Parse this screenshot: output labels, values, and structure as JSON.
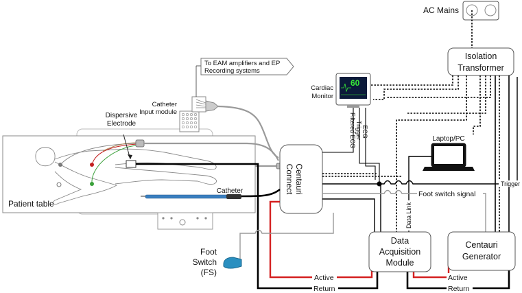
{
  "labels": {
    "ac_mains": "AC Mains",
    "isolation_transformer_1": "Isolation",
    "isolation_transformer_2": "Transformer",
    "eam_note_1": "To EAM amplifiers and EP",
    "eam_note_2": "Recording systems",
    "catheter_input_1": "Catheter",
    "catheter_input_2": "Input module",
    "cardiac_monitor_1": "Cardiac",
    "cardiac_monitor_2": "Monitor",
    "monitor_reading": "60",
    "dispersive_1": "Dispersive",
    "dispersive_2": "Electrode",
    "filtered_ecg": "Filtered ECG",
    "trigger_vertical": "Trigger",
    "ecg": "ECG",
    "centauri_connect_1": "Centauri",
    "centauri_connect_2": "Connect",
    "laptop": "Laptop/PC",
    "trigger": "Trigger",
    "foot_switch_signal": "Foot switch signal",
    "data_link": "Data Link",
    "catheter": "Catheter",
    "patient_table": "Patient table",
    "foot_switch_1": "Foot",
    "foot_switch_2": "Switch",
    "foot_switch_3": "(FS)",
    "daq_1": "Data",
    "daq_2": "Acquisition",
    "daq_3": "Module",
    "generator_1": "Centauri",
    "generator_2": "Generator",
    "active_left": "Active",
    "return_left": "Return",
    "active_right": "Active",
    "return_right": "Return"
  },
  "colors": {
    "active": "#d42020",
    "return": "#000000",
    "cable_gray": "#9a9a9a",
    "box_stroke": "#555555",
    "catheter_blue": "#3a7fc0",
    "monitor_screen": "#0b1a3a",
    "monitor_text": "#37e637",
    "foot_switch": "#2a8fc0"
  }
}
